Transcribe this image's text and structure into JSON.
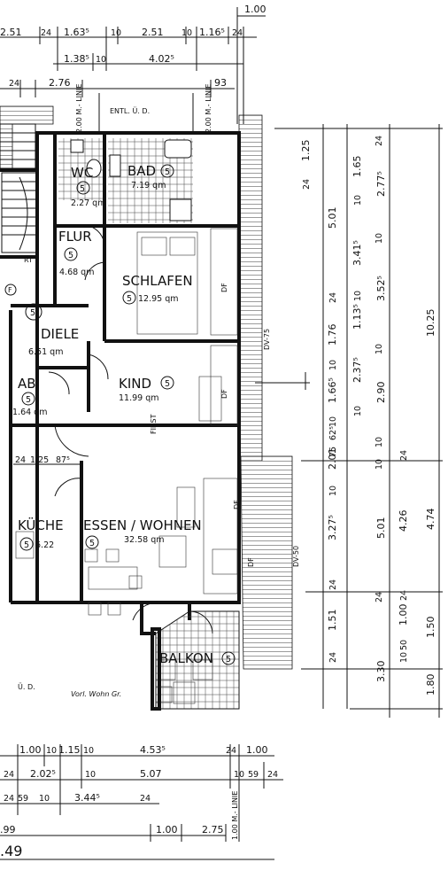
{
  "rooms": {
    "wc": {
      "name": "WC",
      "number": "5"
    },
    "bad": {
      "name": "BAD",
      "number": "5",
      "area": "7.19 qm"
    },
    "wc_area": "2.27 qm",
    "flur": {
      "name": "FLUR",
      "number": "5",
      "area": "4.68 qm"
    },
    "schlafen": {
      "name": "SCHLAFEN",
      "number": "5",
      "area": "12.95 qm"
    },
    "diele": {
      "name": "DIELE",
      "number": "5",
      "area": "6.51 qm"
    },
    "kind": {
      "name": "KIND",
      "number": "5",
      "area": "11.99 qm"
    },
    "ab": {
      "name": "AB",
      "number": "5",
      "area": "1.64 qm"
    },
    "kueche": {
      "name": "KÜCHE",
      "number": "5",
      "area": "6.22"
    },
    "essen_wohnen": {
      "name": "ESSEN / WOHNEN",
      "number": "5",
      "area": "32.58 qm"
    },
    "balkon": {
      "name": "BALKON",
      "number": "5"
    }
  },
  "labels": {
    "rt": "RT",
    "df": "DF",
    "first": "FIRST",
    "dv75": "DV-75",
    "dv50": "DV-50",
    "entl": "ENTL. Ü. D.",
    "linie_left": "2.00 M.- LINIE",
    "linie_right": "2.00 M.- LINIE",
    "linie_bottom": "1.00 M.- LINIE",
    "ud": "Ü. D.",
    "f_mark": "F",
    "handwriting": "Vorl. Wohn Gr."
  },
  "dims_top": {
    "d1": "1.00",
    "d2": "2.51",
    "d3": "24",
    "d4": "1.63⁵",
    "d5": "10",
    "d6": "2.51",
    "d7": "10",
    "d8": "1.16⁵",
    "d9": "24",
    "d10": "1.38⁵",
    "d11": "10",
    "d12": "4.02⁵",
    "d13": "24",
    "d14": "2.76",
    "d15": "93"
  },
  "dims_right_a": {
    "d1": "1.25",
    "d2": "24",
    "d3": "1.65",
    "d4": "24",
    "d5": "2.77⁵",
    "d6": "5.01",
    "d7": "10",
    "d8": "3.41⁵",
    "d9": "10",
    "d10": "3.52⁵",
    "d11": "24",
    "d12": "10",
    "d13": "1.13⁵",
    "d14": "1.76",
    "d15": "10",
    "d16": "2.37⁵",
    "d17": "10",
    "d18": "10",
    "d19": "1.66⁵",
    "d20": "2.90",
    "d21": "10",
    "d22": "62⁵",
    "d23": "10",
    "d24": "10.25"
  },
  "dims_right_b": {
    "d1": "2.01",
    "d2": "75",
    "d3": "10",
    "d4": "24",
    "d5": "10",
    "d6": "3.27⁵",
    "d7": "5.01",
    "d8": "4.26",
    "d9": "4.74",
    "d10": "24",
    "d11": "24",
    "d12": "24",
    "d13": "1.51",
    "d14": "1.00",
    "d15": "1.50",
    "d16": "50",
    "d17": "24",
    "d18": "10",
    "d19": "3.30",
    "d20": "1.80"
  },
  "dims_bottom": {
    "d1": "1.00",
    "d2": "10",
    "d3": "1.15",
    "d4": "10",
    "d5": "4.53⁵",
    "d6": "24",
    "d7": "1.00",
    "d8": "24",
    "d9": "2.02⁵",
    "d10": "10",
    "d11": "5.07",
    "d12": "10",
    "d13": "59",
    "d14": "24",
    "d15": "24",
    "d16": "59",
    "d17": "10",
    "d18": "3.44⁵",
    "d19": "24",
    "d20": ".99",
    "d21": "1.00",
    "d22": "2.75",
    "d23": ".49",
    "d24": "1.25",
    "d25": "87⁵",
    "d26": "24"
  }
}
